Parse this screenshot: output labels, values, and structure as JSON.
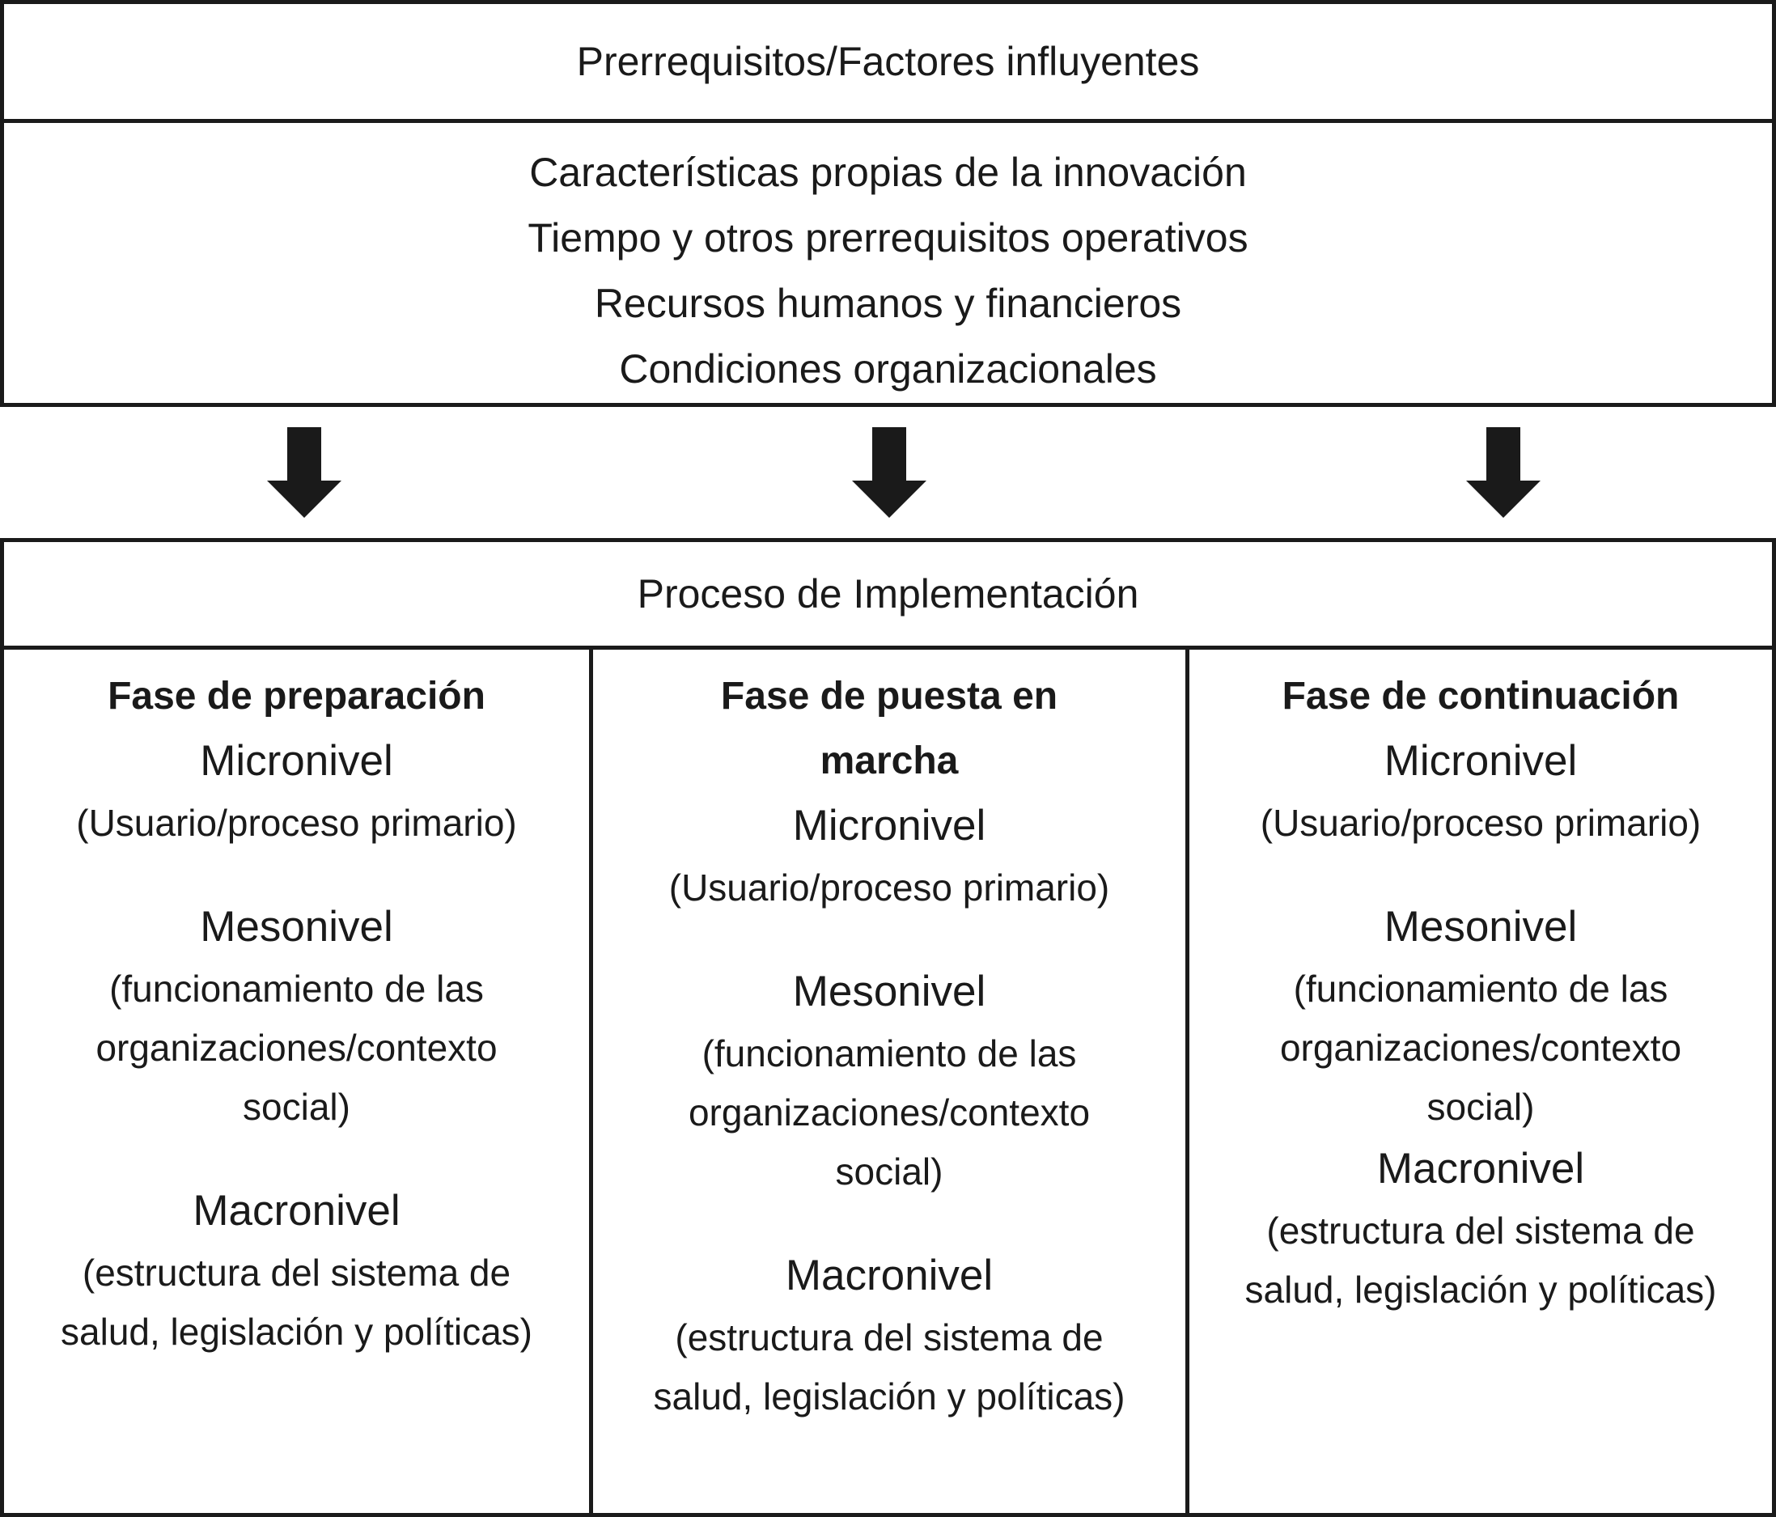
{
  "prerequisites": {
    "title": "Prerrequisitos/Factores influyentes",
    "factors": [
      "Características propias de la innovación",
      "Tiempo y otros prerrequisitos operativos",
      "Recursos humanos y financieros",
      "Condiciones organizacionales"
    ]
  },
  "arrows": [
    "arrow-down-icon",
    "arrow-down-icon",
    "arrow-down-icon"
  ],
  "process": {
    "title": "Proceso de Implementación",
    "phases": [
      {
        "title": "Fase de preparación",
        "micro": "Micronivel",
        "micro_desc": "(Usuario/proceso primario)",
        "meso": "Mesonivel",
        "meso_desc_1": "(funcionamiento de las",
        "meso_desc_2": "organizaciones/contexto",
        "meso_desc_3": "social)",
        "macro": "Macronivel",
        "macro_desc_1": "(estructura del sistema de",
        "macro_desc_2": "salud, legislación y políticas)"
      },
      {
        "title_1": "Fase de puesta en",
        "title_2": "marcha",
        "micro": "Micronivel",
        "micro_desc": "(Usuario/proceso primario)",
        "meso": "Mesonivel",
        "meso_desc_1": "(funcionamiento de las",
        "meso_desc_2": "organizaciones/contexto",
        "meso_desc_3": "social)",
        "macro": "Macronivel",
        "macro_desc_1": "(estructura del sistema de",
        "macro_desc_2": "salud, legislación y políticas)"
      },
      {
        "title": "Fase de continuación",
        "micro": "Micronivel",
        "micro_desc": "(Usuario/proceso primario)",
        "meso": "Mesonivel",
        "meso_desc_1": "(funcionamiento de las",
        "meso_desc_2": "organizaciones/contexto",
        "meso_desc_3": "social)",
        "macro": "Macronivel",
        "macro_desc_1": "(estructura del sistema de",
        "macro_desc_2": "salud, legislación y políticas)"
      }
    ]
  }
}
